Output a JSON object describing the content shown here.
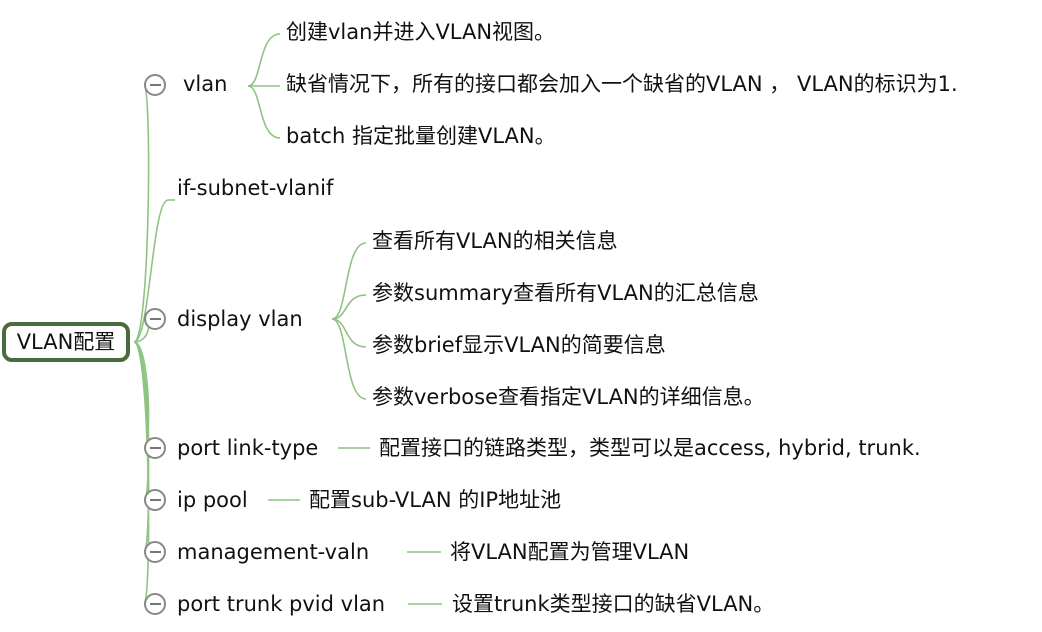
{
  "root": {
    "label": "VLAN配置"
  },
  "branches": [
    {
      "label": "vlan",
      "children": [
        "创建vlan并进入VLAN视图。",
        "缺省情况下，所有的接口都会加入一个缺省的VLAN ， VLAN的标识为1.",
        "batch 指定批量创建VLAN。"
      ]
    },
    {
      "label": "if-subnet-vlanif",
      "children": []
    },
    {
      "label": "display vlan",
      "children": [
        "查看所有VLAN的相关信息",
        "参数summary查看所有VLAN的汇总信息",
        "参数brief显示VLAN的简要信息",
        "参数verbose查看指定VLAN的详细信息。"
      ]
    },
    {
      "label": "port link-type",
      "children": [
        "配置接口的链路类型，类型可以是access, hybrid, trunk."
      ]
    },
    {
      "label": "ip pool",
      "children": [
        "配置sub-VLAN 的IP地址池"
      ]
    },
    {
      "label": "management-valn",
      "children": [
        "将VLAN配置为管理VLAN"
      ]
    },
    {
      "label": "port trunk pvid vlan",
      "children": [
        "设置trunk类型接口的缺省VLAN。"
      ]
    }
  ],
  "colors": {
    "line": "#8fc383",
    "root_border": "#4a6b3e",
    "toggle_border": "#888888"
  }
}
